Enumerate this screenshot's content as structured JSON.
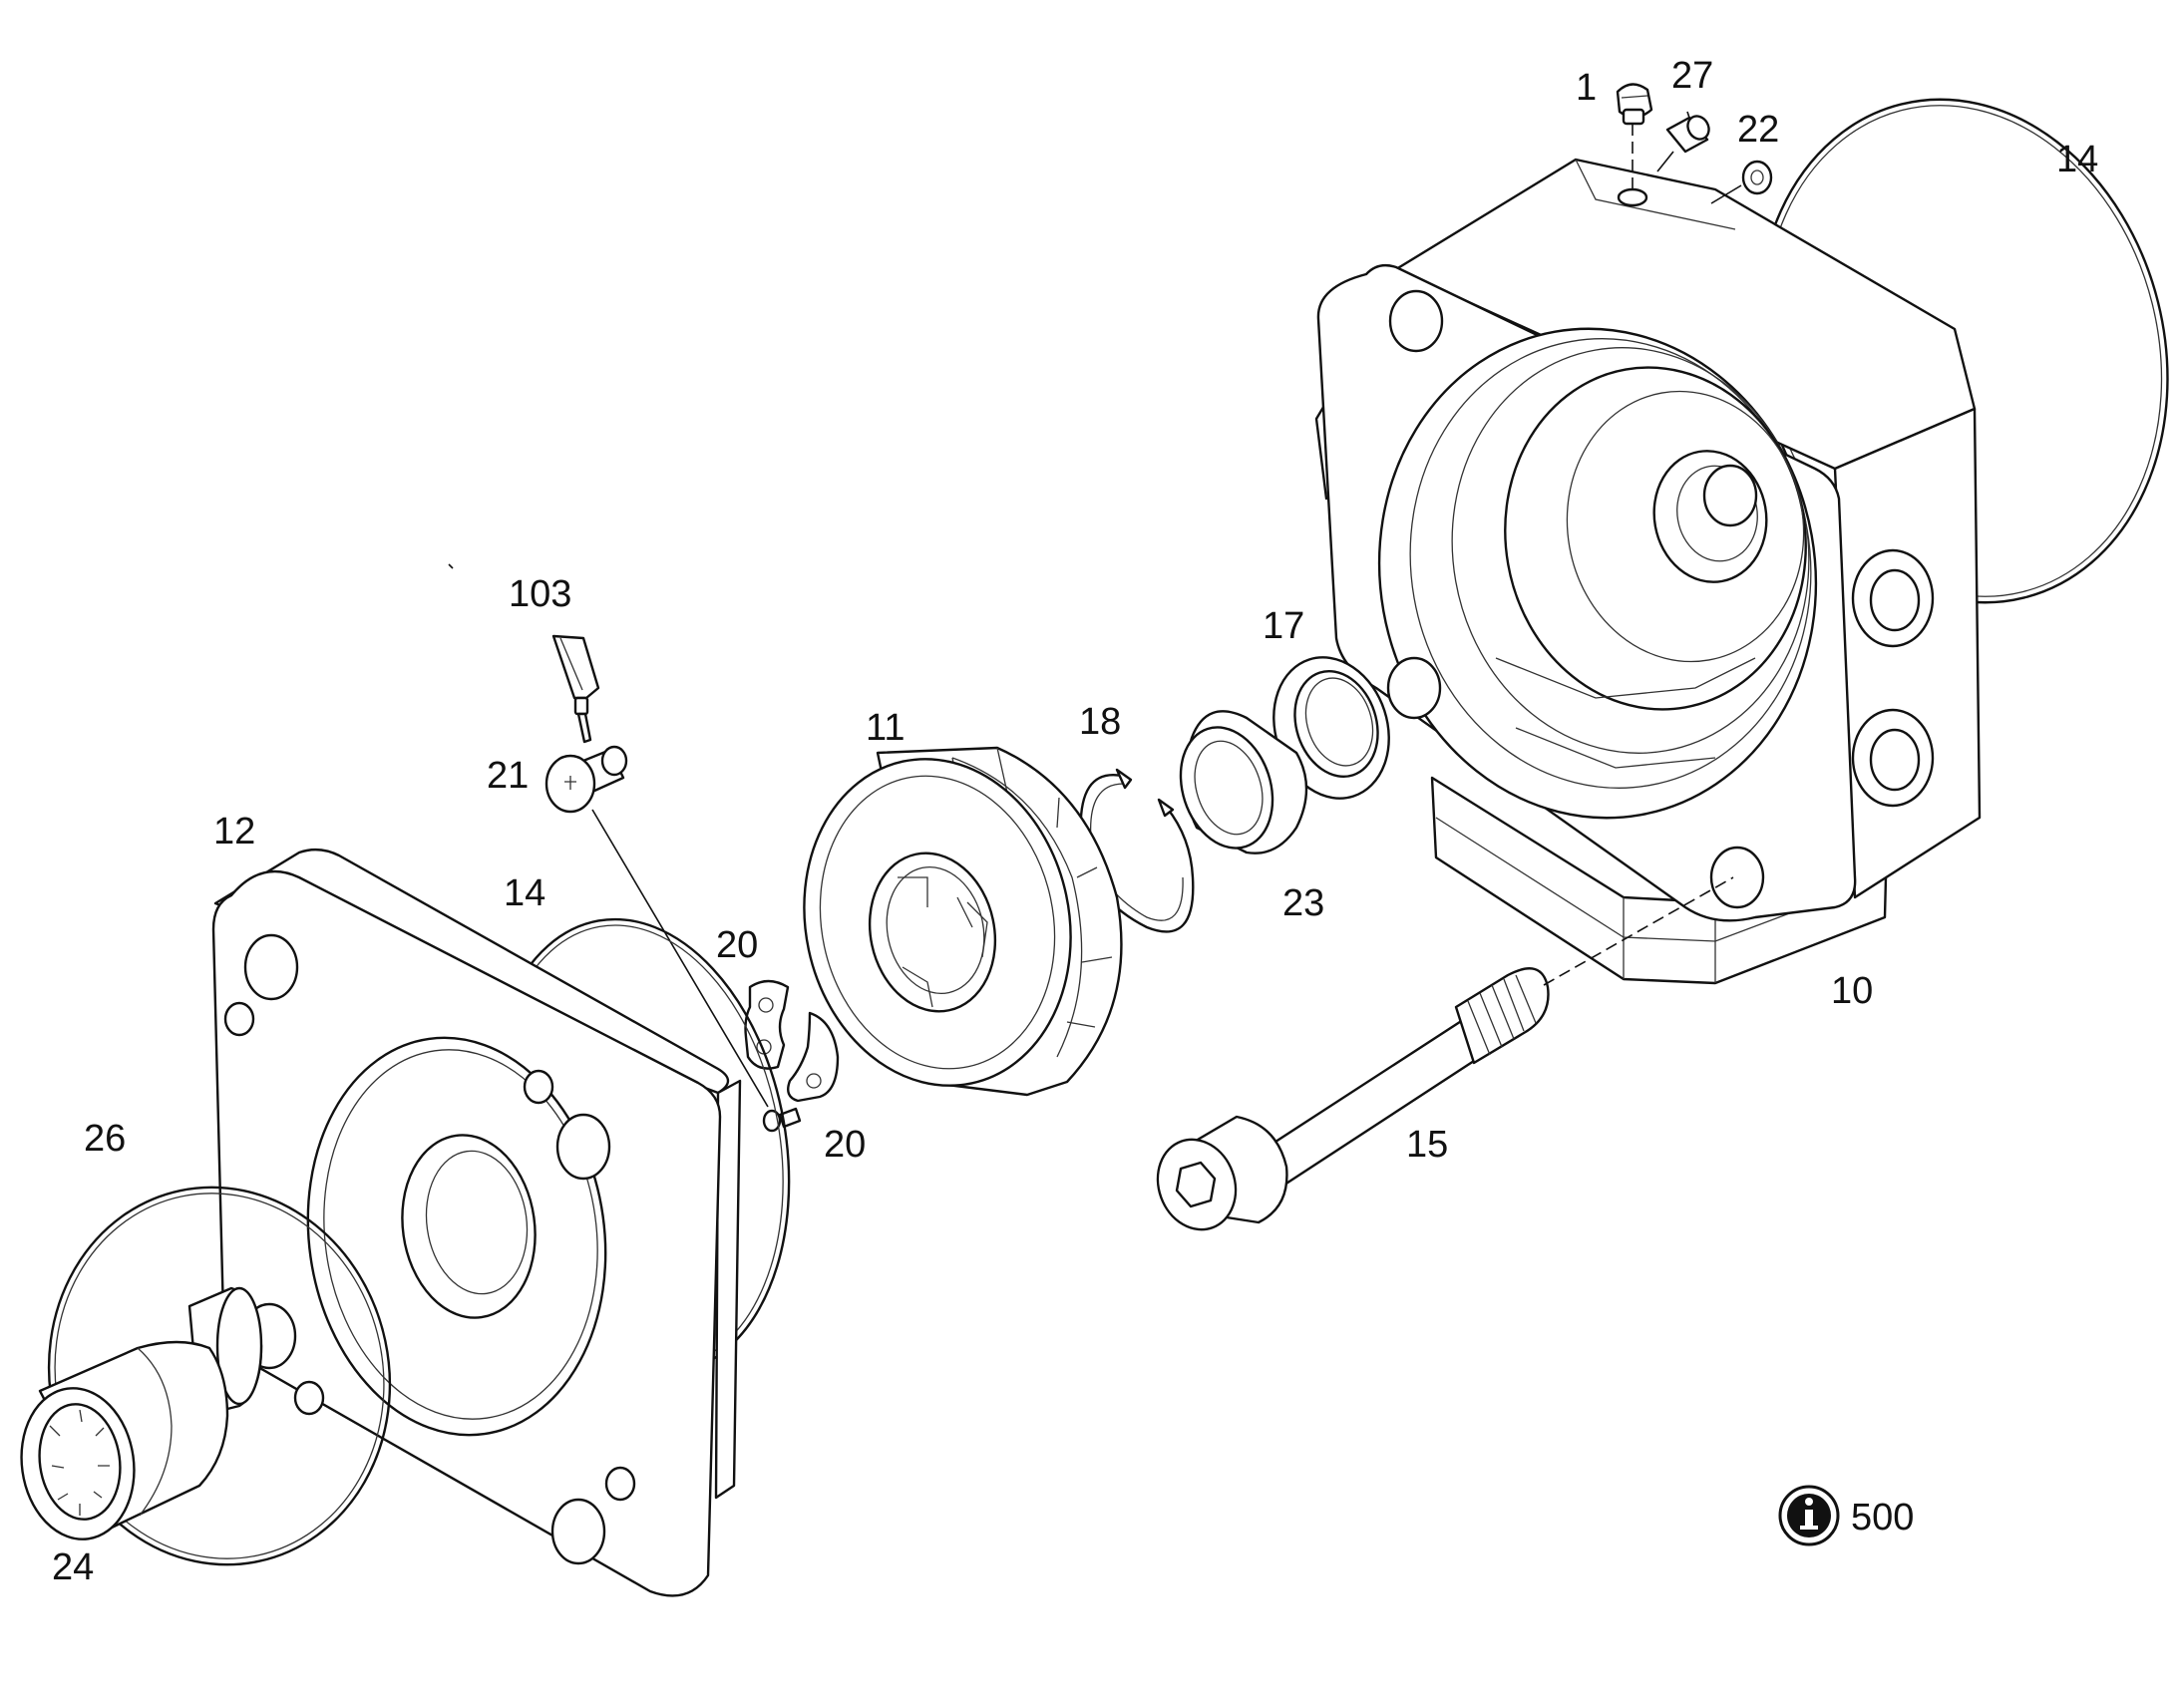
{
  "labels": {
    "l1": "1",
    "l27": "27",
    "l22": "22",
    "l14a": "14",
    "l103": "103",
    "l17": "17",
    "l11": "11",
    "l18": "18",
    "l21": "21",
    "l12": "12",
    "l14b": "14",
    "l20a": "20",
    "l23": "23",
    "l10": "10",
    "l20b": "20",
    "l26": "26",
    "l15": "15",
    "l24": "24"
  },
  "info": {
    "icon": "info-icon",
    "number": "500"
  },
  "colors": {
    "line": "#111111",
    "background": "#ffffff"
  }
}
